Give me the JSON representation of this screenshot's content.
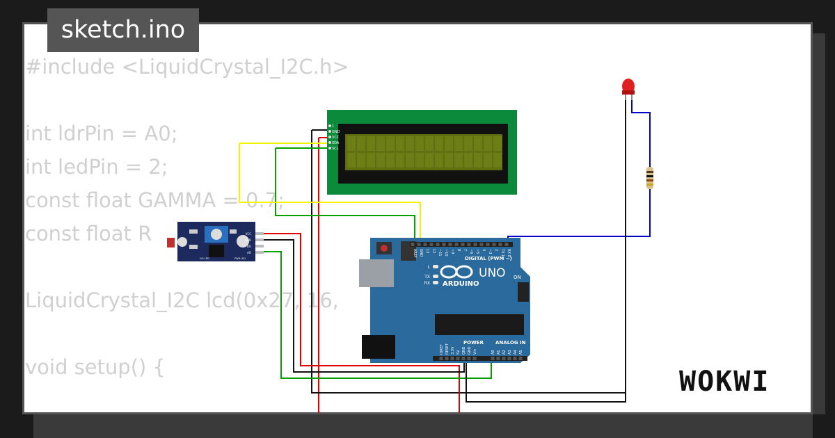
{
  "tab": {
    "filename": "sketch.ino"
  },
  "code": {
    "lines": [
      "#include <LiquidCrystal_I2C.h>",
      "",
      "int ldrPin = A0;",
      "int ledPin = 2;",
      "const float GAMMA = 0.7;",
      "const float R",
      "",
      "LiquidCrystal_I2C lcd(0x27, 16,",
      "",
      "void setup() {"
    ]
  },
  "lcd": {
    "pins": [
      "1",
      "GND",
      "VCC",
      "SDA",
      "SCL"
    ]
  },
  "sensor": {
    "pins": [
      "VCC",
      "GND",
      "DO",
      "AO"
    ],
    "labels": [
      "DO-LED",
      "PWR-LED"
    ]
  },
  "arduino": {
    "brand": "ARDUINO",
    "model": "UNO",
    "digital_label": "DIGITAL (PWM ~)",
    "power_label": "POWER",
    "analog_label": "ANALOG IN",
    "on_label": "ON",
    "led_labels": [
      "L",
      "TX",
      "RX"
    ],
    "top_pins": [
      "AREF",
      "GND",
      "13",
      "12",
      "~11",
      "~10",
      "~9",
      "8",
      "7",
      "~6",
      "~5",
      "4",
      "~3",
      "2",
      "TX 1",
      "RX 0"
    ],
    "bottom_pins": [
      "IOREF",
      "RESET",
      "3.3V",
      "5V",
      "GND",
      "GND",
      "Vin",
      "A0",
      "A1",
      "A2",
      "A3",
      "A4",
      "A5"
    ]
  },
  "wire_colors": {
    "red": "#e00000",
    "black": "#111111",
    "green": "#00a000",
    "yellow": "#f4f400",
    "blue": "#0000c8"
  },
  "footer": {
    "brand": "WOKWI"
  }
}
